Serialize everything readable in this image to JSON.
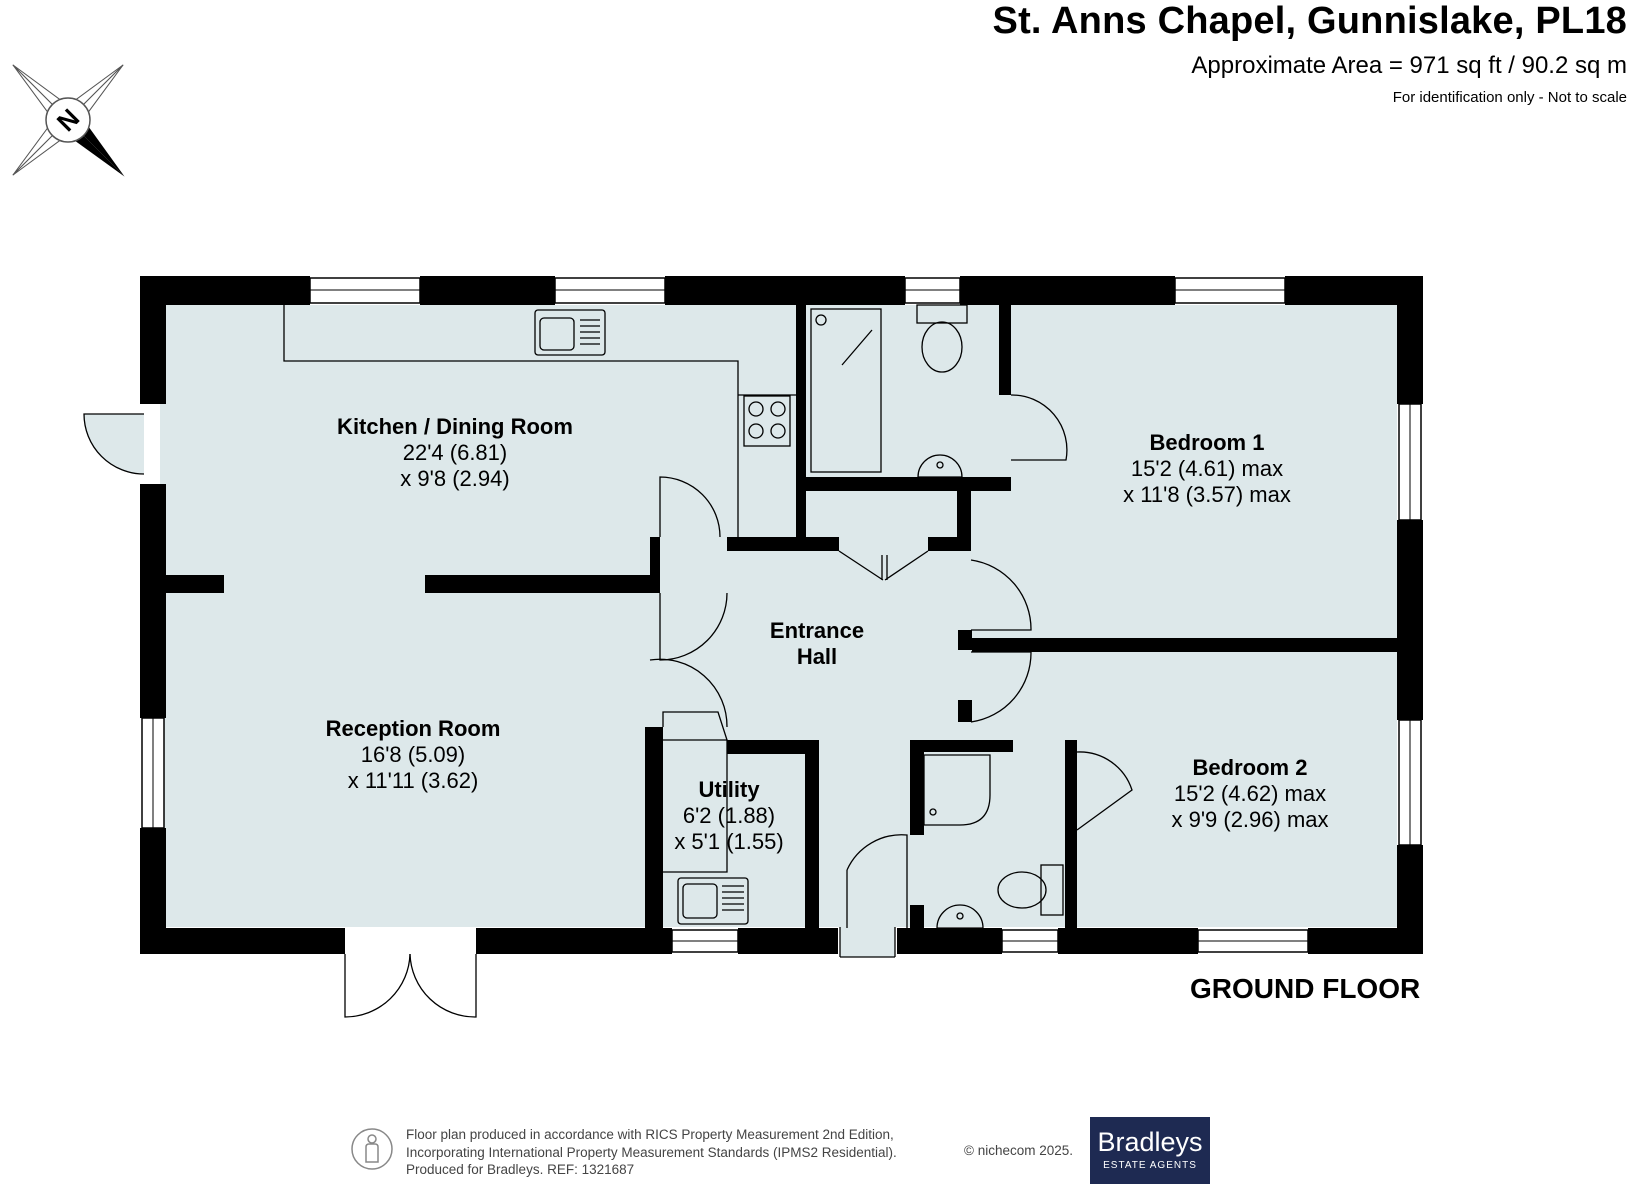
{
  "header": {
    "title": "St. Anns Chapel, Gunnislake, PL18",
    "area": "Approximate Area = 971 sq ft / 90.2 sq m",
    "note": "For identification only - Not to scale"
  },
  "compass": {
    "letter": "N"
  },
  "rooms": {
    "kitchen": {
      "name": "Kitchen / Dining Room",
      "dim1": "22'4 (6.81)",
      "dim2": "x 9'8 (2.94)"
    },
    "reception": {
      "name": "Reception Room",
      "dim1": "16'8 (5.09)",
      "dim2": "x 11'11 (3.62)"
    },
    "hall": {
      "name1": "Entrance",
      "name2": "Hall"
    },
    "utility": {
      "name": "Utility",
      "dim1": "6'2 (1.88)",
      "dim2": "x 5'1 (1.55)"
    },
    "bedroom1": {
      "name": "Bedroom 1",
      "dim1": "15'2 (4.61) max",
      "dim2": "x 11'8 (3.57) max"
    },
    "bedroom2": {
      "name": "Bedroom 2",
      "dim1": "15'2 (4.62) max",
      "dim2": "x 9'9 (2.96) max"
    }
  },
  "floor_label": "GROUND FLOOR",
  "footer": {
    "line1": "Floor plan produced in accordance with RICS Property Measurement 2nd Edition,",
    "line2": "Incorporating International Property Measurement Standards (IPMS2 Residential).",
    "line3": "Produced for Bradleys.   REF: 1321687",
    "copyright": "© nichecom 2025.",
    "logo_name": "Bradleys",
    "logo_sub": "ESTATE AGENTS"
  },
  "colors": {
    "floor": "#dde8ea",
    "wall": "#000000",
    "logo_bg": "#1e2a52"
  }
}
